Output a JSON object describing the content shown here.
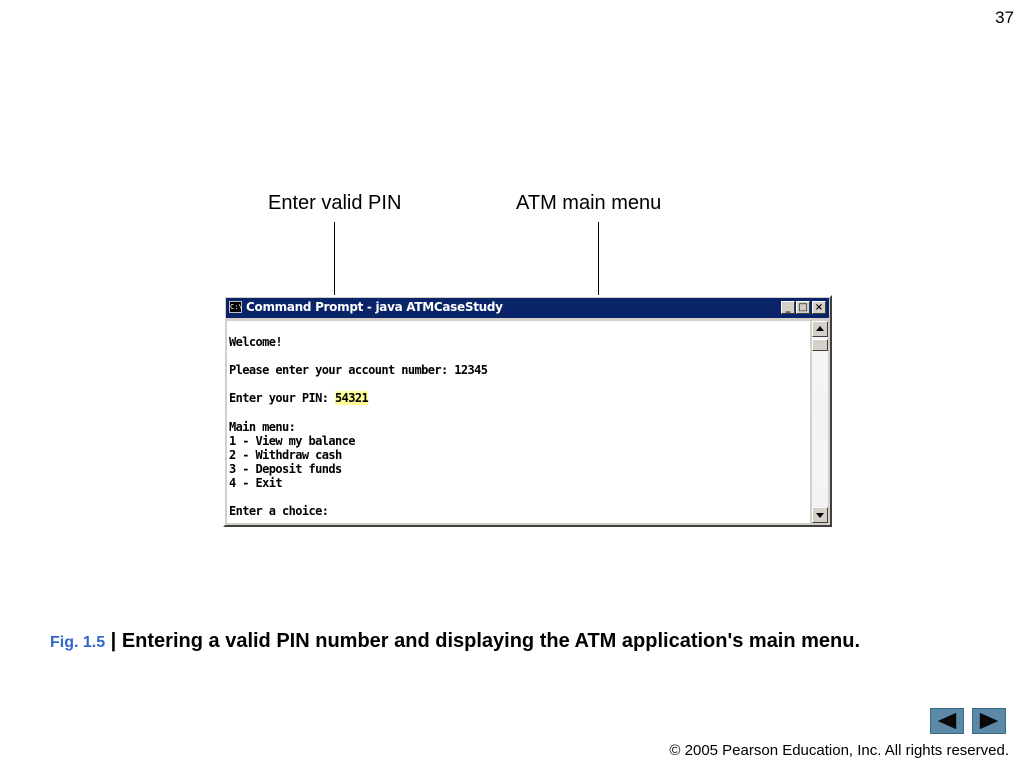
{
  "slide": {
    "number": "37"
  },
  "callouts": {
    "pin": "Enter valid PIN",
    "menu": "ATM main menu"
  },
  "window": {
    "icon_text": "C:\\",
    "title": "Command Prompt - java ATMCaseStudy",
    "buttons": {
      "minimize": "_",
      "maximize": "□",
      "close": "×"
    }
  },
  "console": {
    "welcome": "Welcome!",
    "account_prompt": "Please enter your account number: 12345",
    "pin_prompt": "Enter your PIN: ",
    "pin_value": "54321",
    "menu_title": "Main menu:",
    "options": [
      "1 - View my balance",
      "2 - Withdraw cash",
      "3 - Deposit funds",
      "4 - Exit"
    ],
    "choice_prompt": "Enter a choice:"
  },
  "caption": {
    "label": "Fig. 1.5",
    "separator": " | ",
    "text": "Entering a valid PIN number and displaying the ATM application's main menu."
  },
  "navigation": {
    "prev_icon": "left-arrow-icon",
    "next_icon": "right-arrow-icon"
  },
  "footer": {
    "copyright": "© 2005 Pearson Education, Inc.  All rights reserved."
  },
  "colors": {
    "titlebar": "#0a246a",
    "pin_highlight": "#ffff99",
    "figure_label": "#3366cc",
    "nav_button": "#5a8aa8"
  }
}
